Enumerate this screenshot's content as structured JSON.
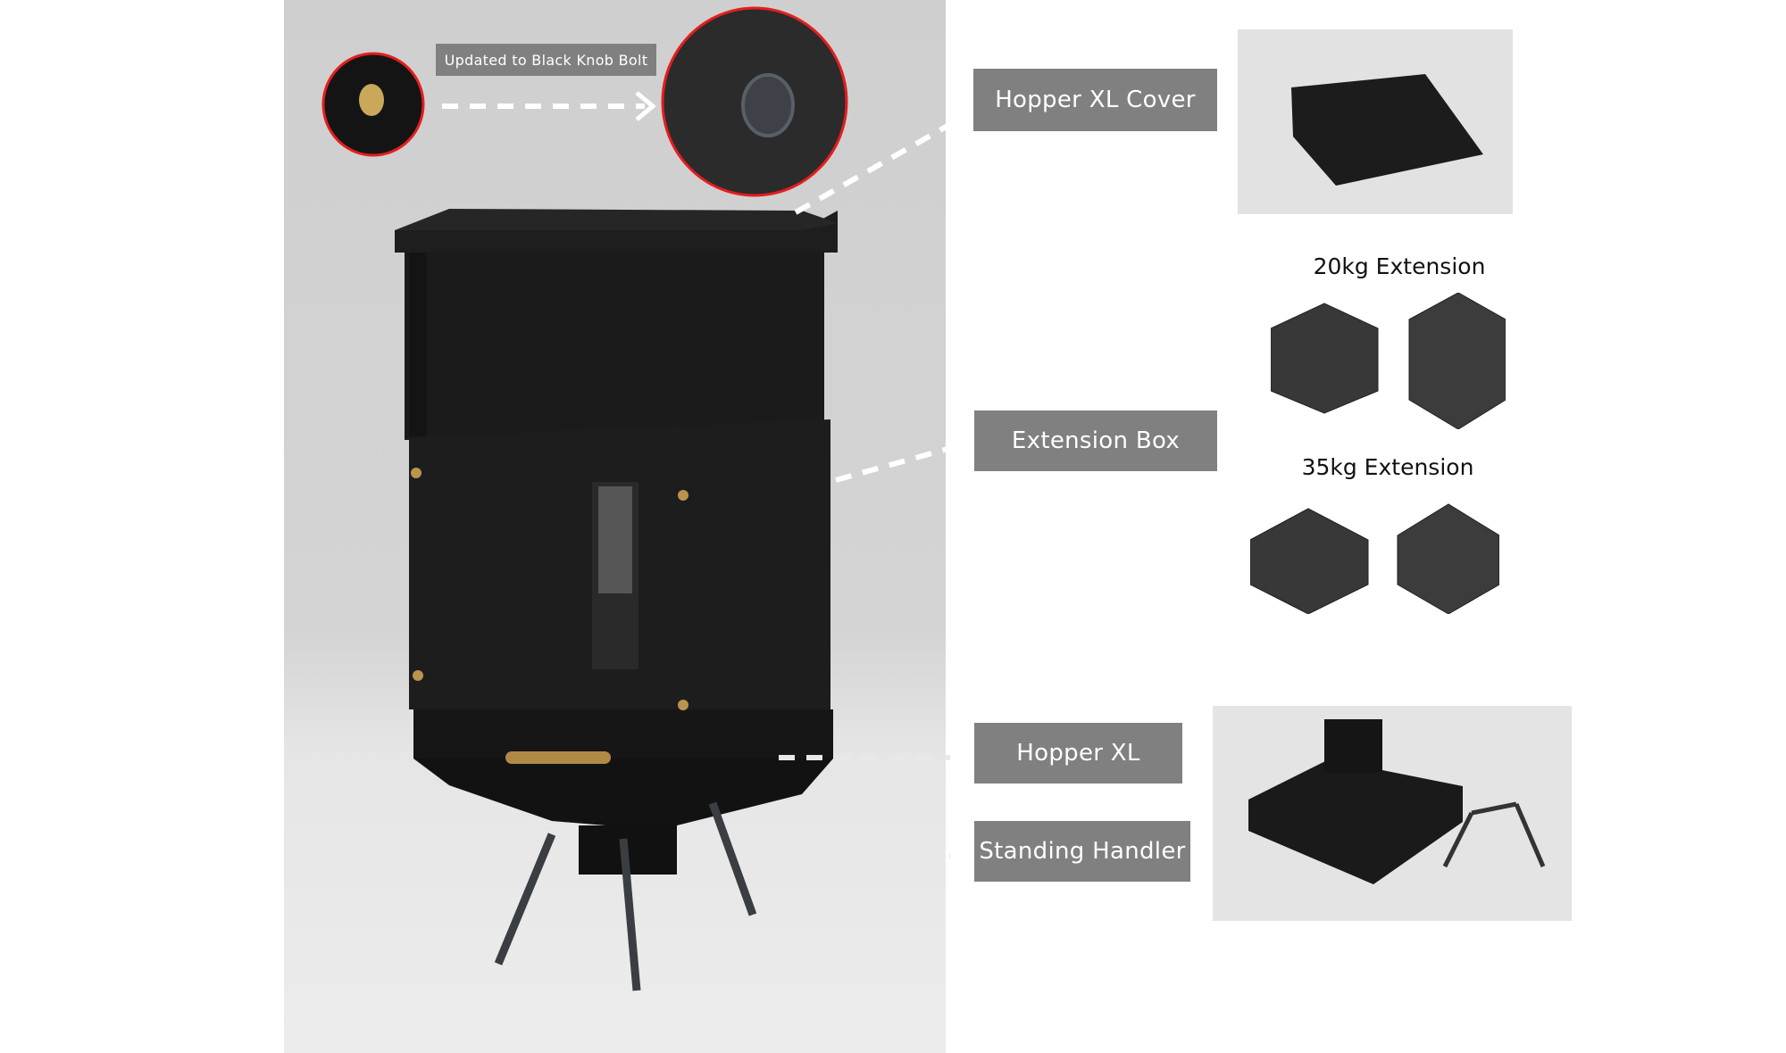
{
  "callout": {
    "text": "Updated to Black Knob Bolt"
  },
  "labels": {
    "cover": "Hopper XL Cover",
    "extension_box": "Extension Box",
    "hopper": "Hopper XL",
    "standing": "Standing Handler"
  },
  "captions": {
    "ext20": "20kg Extension",
    "ext35": "35kg Extension"
  },
  "colors": {
    "label_bg": "#808080",
    "highlight": "#e41e1e",
    "product": "#1c1c1c"
  }
}
